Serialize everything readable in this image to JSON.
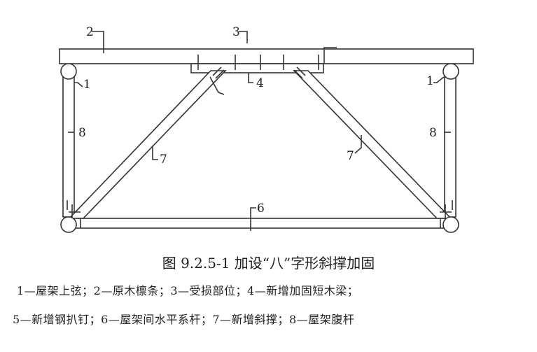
{
  "callouts": {
    "n1": "1",
    "n2": "2",
    "n3": "3",
    "n4": "4",
    "n6": "6",
    "n7": "7",
    "n8": "8"
  },
  "caption": "图 9.2.5-1   加设“八”字形斜撑加固",
  "legend": {
    "line1": "1—屋架上弦；2—原木檩条；3—受损部位；4—新增加固短木梁；",
    "line2": "5—新增钢扒钉；6—屋架间水平系杆；7—新增斜撑；8—屋架腹杆"
  }
}
